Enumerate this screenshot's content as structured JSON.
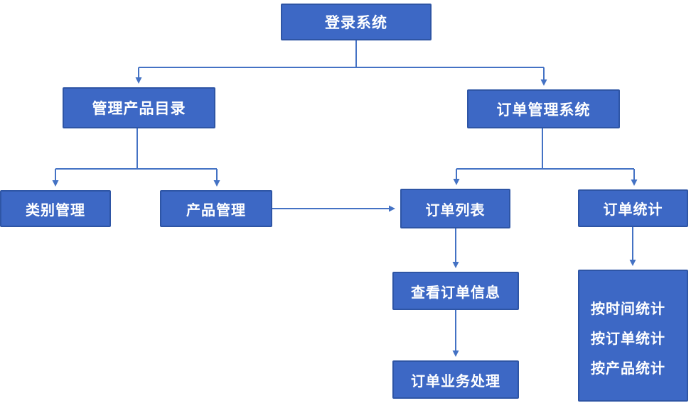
{
  "diagram": {
    "type": "flowchart",
    "nodes": {
      "login": {
        "label": "登录系统"
      },
      "catalog": {
        "label": "管理产品目录"
      },
      "order_system": {
        "label": "订单管理系统"
      },
      "category_mgmt": {
        "label": "类别管理"
      },
      "product_mgmt": {
        "label": "产品管理"
      },
      "order_list": {
        "label": "订单列表"
      },
      "order_stats": {
        "label": "订单统计"
      },
      "view_order_info": {
        "label": "查看订单信息"
      },
      "order_business": {
        "label": "订单业务处理"
      },
      "stats_detail": {
        "lines": [
          "按时间统计",
          "按订单统计",
          "按产品统计"
        ]
      }
    },
    "edges": [
      "登录系统 -> 管理产品目录",
      "登录系统 -> 订单管理系统",
      "管理产品目录 -> 类别管理",
      "管理产品目录 -> 产品管理",
      "产品管理 -> 订单列表",
      "订单管理系统 -> 订单列表",
      "订单管理系统 -> 订单统计",
      "订单列表 -> 查看订单信息",
      "查看订单信息 -> 订单业务处理",
      "订单统计 -> 按时间统计/按订单统计/按产品统计"
    ],
    "colors": {
      "node_fill": "#3d68c5",
      "node_border": "#2e55a5",
      "connector": "#4472c4",
      "text": "#ffffff",
      "background": "#ffffff"
    }
  }
}
